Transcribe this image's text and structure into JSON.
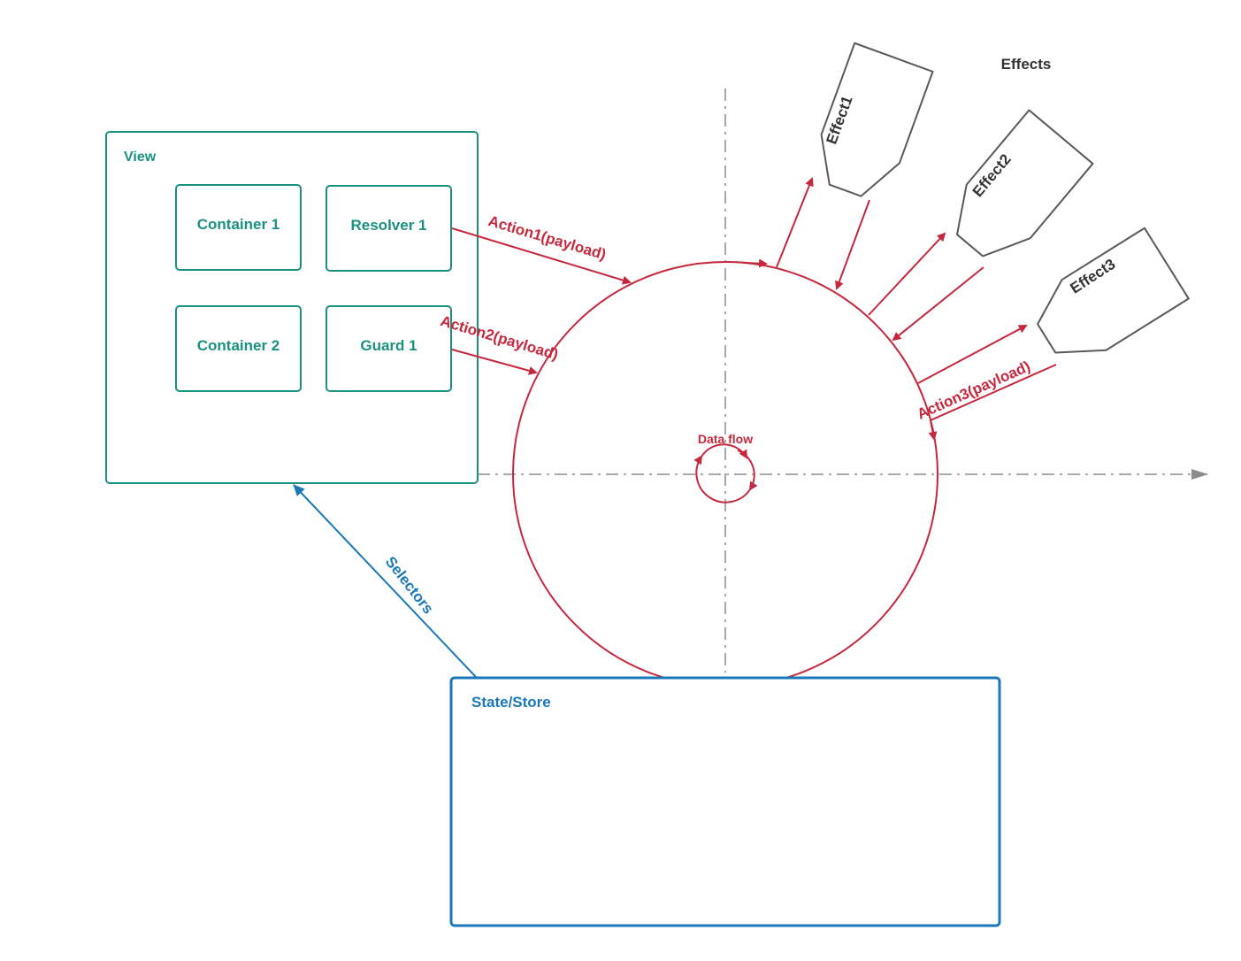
{
  "view": {
    "title": "View",
    "items": [
      {
        "id": "container-1",
        "label": "Container 1"
      },
      {
        "id": "resolver-1",
        "label": "Resolver 1"
      },
      {
        "id": "container-2",
        "label": "Container 2"
      },
      {
        "id": "guard-1",
        "label": "Guard 1"
      }
    ]
  },
  "effects": {
    "title": "Effects",
    "items": [
      "Effect1",
      "Effect2",
      "Effect3"
    ]
  },
  "actions": [
    "Action1(payload)",
    "Action2(payload)",
    "Action3(payload)"
  ],
  "selectors_label": "Selectors",
  "data_flow_label": "Data flow",
  "store": {
    "title": "State/Store"
  },
  "colors": {
    "view": "#1a9180",
    "action": "#c5283d",
    "store": "#1a78b8",
    "effect": "#595959",
    "axis": "#8c8c8c",
    "text_dark": "#333333"
  }
}
